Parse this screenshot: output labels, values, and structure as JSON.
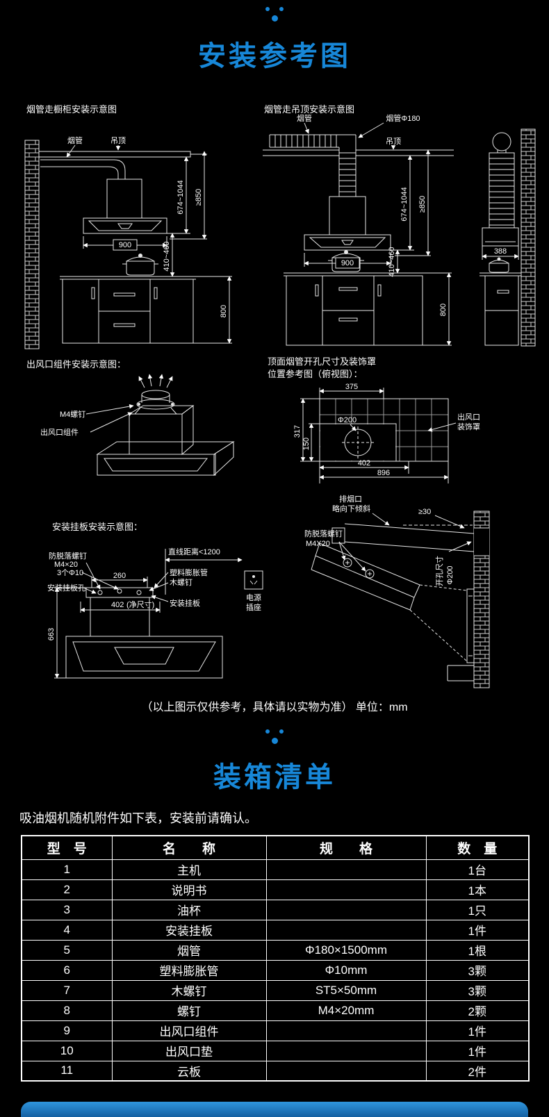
{
  "colors": {
    "accent": "#1787d8",
    "background": "#000000",
    "line": "#e8e8e8",
    "bottom_bar": "#1b74c4"
  },
  "header": {
    "title": "安装参考图"
  },
  "diagram_cabinet": {
    "title": "烟管走橱柜安装示意图",
    "labels": {
      "duct": "烟管",
      "ceiling": "吊顶",
      "dim_range": "674~1044",
      "dim_min": "≥850",
      "dim_width": "900",
      "dim_gap": "410~460",
      "dim_cabinet": "800"
    }
  },
  "diagram_ceiling": {
    "title": "烟管走吊顶安装示意图",
    "labels": {
      "duct": "烟管",
      "duct_dia": "烟管Φ180",
      "ceiling": "吊顶",
      "dim_range": "674~1044",
      "dim_min": "≥850",
      "dim_width": "900",
      "dim_gap": "410~460",
      "dim_cabinet": "800",
      "dim_depth": "388"
    }
  },
  "diagram_outlet": {
    "title": "出风口组件安装示意图：",
    "labels": {
      "screw": "M4螺钉",
      "component": "出风口组件"
    }
  },
  "diagram_topview": {
    "title_line1": "顶面烟管开孔尺寸及装饰罩",
    "title_line2": "位置参考图（俯视图）：",
    "labels": {
      "dim_top": "375",
      "dim_left_outer": "317",
      "dim_left_inner": "150",
      "hole": "Φ200",
      "dim_bottom_inner": "402",
      "dim_bottom_outer": "896",
      "cover_line1": "出风口",
      "cover_line2": "装饰罩"
    }
  },
  "diagram_plate": {
    "title": "安装挂板安装示意图：",
    "labels": {
      "anti_drop": "防脱落螺钉",
      "anti_drop_spec": "M4×20",
      "holes": "3个Φ10",
      "plate_holes": "安装挂板孔",
      "dim_260": "260",
      "dim_402": "402",
      "dim_402_note": "(净尺寸)",
      "dim_663": "663",
      "distance": "直线距离<1200",
      "expansion": "塑料膨胀管",
      "wood_screw": "木螺钉",
      "plate": "安装挂板",
      "power_line1": "电源",
      "power_line2": "插座"
    }
  },
  "diagram_wall": {
    "labels": {
      "exhaust_line1": "排烟口",
      "exhaust_line2": "略向下倾斜",
      "dim_tilt": "≥30",
      "screw_line1": "防脱落螺钉",
      "screw_line2": "M4X20",
      "hole_line1": "开孔尺寸",
      "hole_line2": "Φ200"
    }
  },
  "note": "（以上图示仅供参考，具体请以实物为准）  单位：mm",
  "packing": {
    "title": "装箱清单",
    "intro": "吸油烟机随机附件如下表，安装前请确认。",
    "table": {
      "headers": [
        "型　号",
        "名　　称",
        "规　　格",
        "数　量"
      ],
      "rows": [
        [
          "1",
          "主机",
          "",
          "1台"
        ],
        [
          "2",
          "说明书",
          "",
          "1本"
        ],
        [
          "3",
          "油杯",
          "",
          "1只"
        ],
        [
          "4",
          "安装挂板",
          "",
          "1件"
        ],
        [
          "5",
          "烟管",
          "Φ180×1500mm",
          "1根"
        ],
        [
          "6",
          "塑料膨胀管",
          "Φ10mm",
          "3颗"
        ],
        [
          "7",
          "木螺钉",
          "ST5×50mm",
          "3颗"
        ],
        [
          "8",
          "螺钉",
          "M4×20mm",
          "2颗"
        ],
        [
          "9",
          "出风口组件",
          "",
          "1件"
        ],
        [
          "10",
          "出风口垫",
          "",
          "1件"
        ],
        [
          "11",
          "云板",
          "",
          "2件"
        ]
      ]
    }
  }
}
